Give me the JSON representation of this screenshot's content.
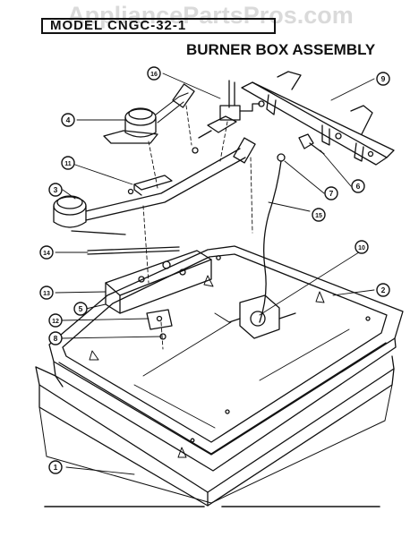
{
  "watermark": "AppliancePartsPros.com",
  "header": {
    "model_label": "MODEL CNGC-32-1",
    "title": "BURNER BOX ASSEMBLY"
  },
  "callouts": [
    {
      "id": "callout-1",
      "number": "1"
    },
    {
      "id": "callout-2",
      "number": "2"
    },
    {
      "id": "callout-3",
      "number": "3"
    },
    {
      "id": "callout-4",
      "number": "4"
    },
    {
      "id": "callout-5",
      "number": "5"
    },
    {
      "id": "callout-6",
      "number": "6"
    },
    {
      "id": "callout-7",
      "number": "7"
    },
    {
      "id": "callout-8",
      "number": "8"
    },
    {
      "id": "callout-9",
      "number": "9"
    },
    {
      "id": "callout-10",
      "number": "10"
    },
    {
      "id": "callout-11",
      "number": "11"
    },
    {
      "id": "callout-12",
      "number": "12"
    },
    {
      "id": "callout-13",
      "number": "13"
    },
    {
      "id": "callout-14",
      "number": "14"
    },
    {
      "id": "callout-15",
      "number": "15"
    },
    {
      "id": "callout-16",
      "number": "16"
    }
  ]
}
